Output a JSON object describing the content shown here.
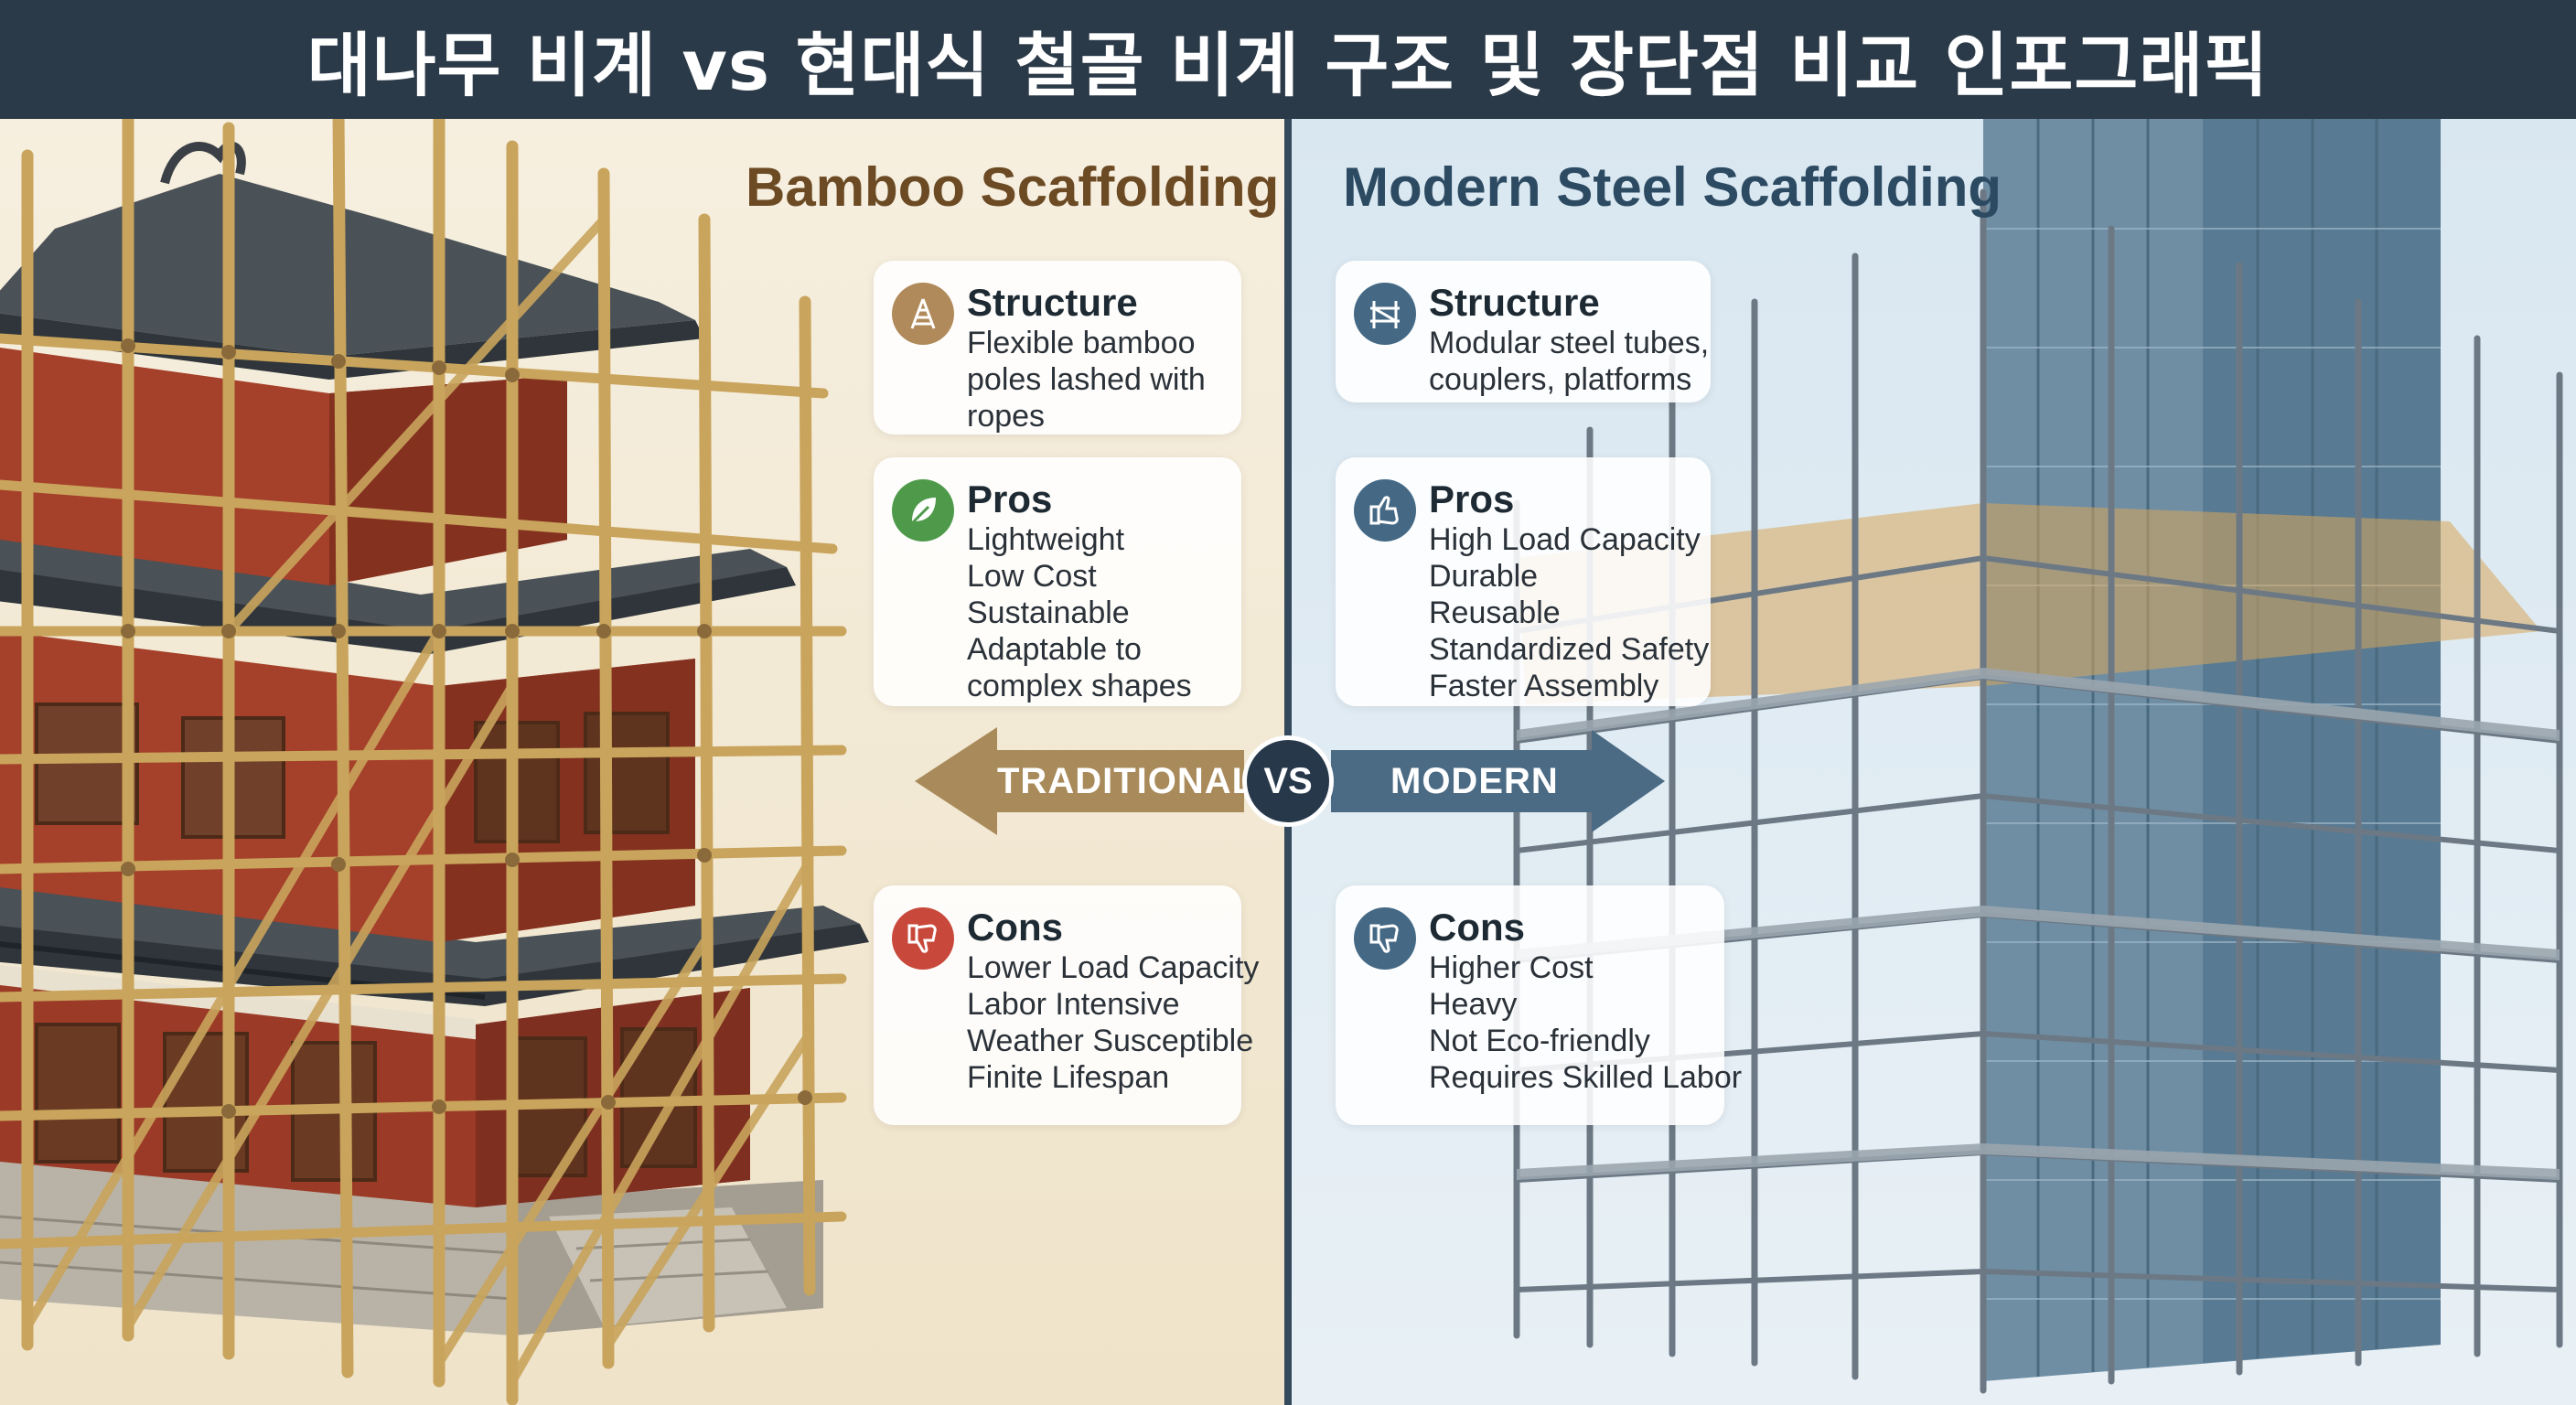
{
  "title": "대나무 비계 vs 현대식 철골 비계 구조 및 장단점 비교 인포그래픽",
  "bamboo": {
    "heading": "Bamboo Scaffolding",
    "structure": {
      "title": "Structure",
      "lines": [
        "Flexible bamboo",
        "poles lashed with",
        "ropes"
      ]
    },
    "pros": {
      "title": "Pros",
      "lines": [
        "Lightweight",
        "Low Cost",
        "Sustainable",
        "Adaptable to",
        "complex shapes"
      ]
    },
    "cons": {
      "title": "Cons",
      "lines": [
        "Lower Load Capacity",
        "Labor Intensive",
        "Weather Susceptible",
        "Finite Lifespan"
      ]
    },
    "arrow_label": "TRADITIONAL",
    "icons": {
      "structure": "scaffold-icon",
      "pros": "leaf-icon",
      "cons": "thumbs-down-icon"
    },
    "colors": {
      "heading": "#6b4a24",
      "arrow": "#a98a5a",
      "pros_icon": "#4e9a4a",
      "cons_icon": "#c8493b",
      "structure_icon": "#b08a5a"
    }
  },
  "steel": {
    "heading": "Modern Steel Scaffolding",
    "structure": {
      "title": "Structure",
      "lines": [
        "Modular steel tubes,",
        "couplers, platforms"
      ]
    },
    "pros": {
      "title": "Pros",
      "lines": [
        "High Load Capacity",
        "Durable",
        "Reusable",
        "Standardized Safety",
        "Faster Assembly"
      ]
    },
    "cons": {
      "title": "Cons",
      "lines": [
        "Higher Cost",
        "Heavy",
        "Not Eco-friendly",
        "Requires Skilled Labor"
      ]
    },
    "arrow_label": "MODERN",
    "icons": {
      "structure": "scaffold-frame-icon",
      "pros": "thumbs-up-icon",
      "cons": "thumbs-down-icon"
    },
    "colors": {
      "heading": "#2c4a62",
      "arrow": "#4b6b84",
      "icon": "#456985"
    }
  },
  "vs_label": "VS"
}
